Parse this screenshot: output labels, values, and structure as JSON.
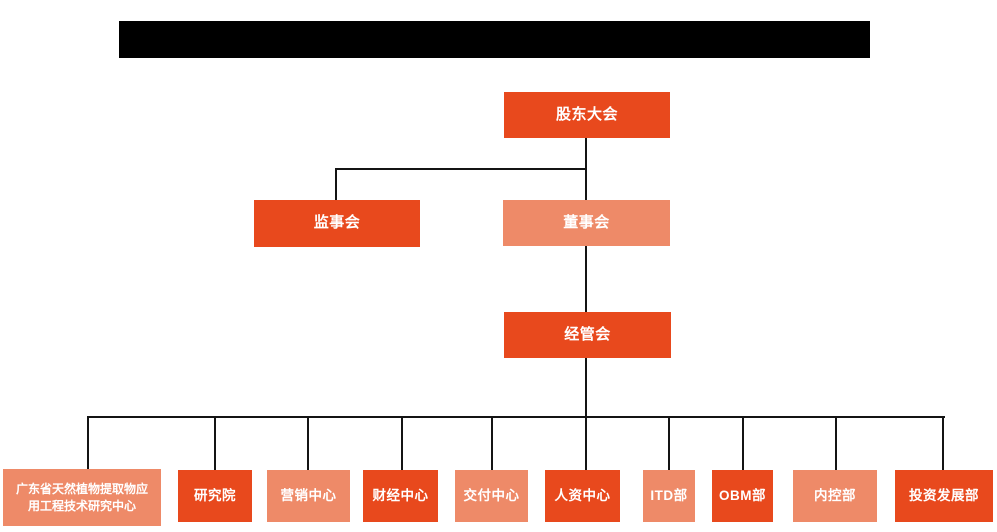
{
  "colors": {
    "primary_orange": "#E8491D",
    "light_orange": "#EE8A68",
    "connector_line": "#141414",
    "redaction_bar": "#000000",
    "node_text": "#FFFFFF",
    "background": "#FFFFFF"
  },
  "header": {
    "redacted_title_bar": "redacted (solid black bar, no visible text)"
  },
  "org_chart": {
    "type": "organization-hierarchy",
    "root": {
      "label": "股东大会"
    },
    "level2": [
      {
        "label": "监事会",
        "parent": "股东大会",
        "style": "dark"
      },
      {
        "label": "董事会",
        "parent": "股东大会",
        "style": "light"
      }
    ],
    "level3": {
      "label": "经管会",
      "parent": "董事会",
      "style": "dark"
    },
    "departments": [
      {
        "label": "广东省天然植物提取物应用工程技术研究中心",
        "parent": "经管会",
        "style": "light"
      },
      {
        "label": "研究院",
        "parent": "经管会",
        "style": "dark"
      },
      {
        "label": "营销中心",
        "parent": "经管会",
        "style": "light"
      },
      {
        "label": "财经中心",
        "parent": "经管会",
        "style": "dark"
      },
      {
        "label": "交付中心",
        "parent": "经管会",
        "style": "light"
      },
      {
        "label": "人资中心",
        "parent": "经管会",
        "style": "dark"
      },
      {
        "label": "ITD部",
        "parent": "经管会",
        "style": "light"
      },
      {
        "label": "OBM部",
        "parent": "经管会",
        "style": "dark"
      },
      {
        "label": "内控部",
        "parent": "经管会",
        "style": "light"
      },
      {
        "label": "投资发展部",
        "parent": "经管会",
        "style": "dark"
      }
    ]
  }
}
